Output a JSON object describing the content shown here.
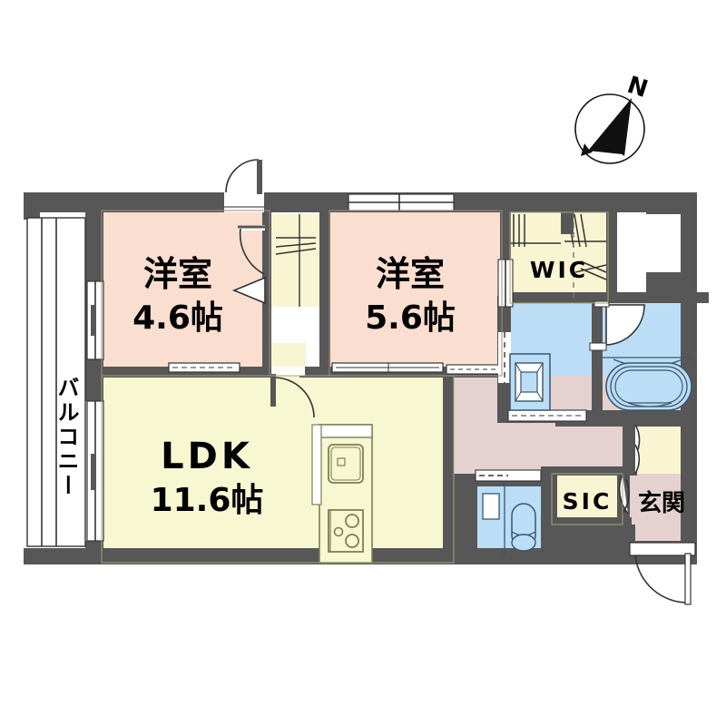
{
  "plan": {
    "type": "japanese-floor-plan",
    "compass": {
      "label": "N",
      "direction": "north-northeast"
    },
    "colors": {
      "wall": "#575757",
      "bedroom": "#fadfd0",
      "ldk": "#f7f7d2",
      "closet": "#f9f5d3",
      "water": "#bcddf6",
      "hall": "#e5d2d0",
      "outline": "#1a1a1a",
      "background": "#ffffff"
    },
    "rooms": [
      {
        "id": "balcony",
        "name": "バルコニー",
        "area": "",
        "orientation": "vertical",
        "fill": "#ffffff"
      },
      {
        "id": "washitsu1",
        "name": "洋室",
        "area": "4.6帖",
        "orientation": "horizontal",
        "fill": "#fadfd0"
      },
      {
        "id": "washitsu2",
        "name": "洋室",
        "area": "5.6帖",
        "orientation": "horizontal",
        "fill": "#fadfd0"
      },
      {
        "id": "ldk",
        "name": "LDK",
        "area": "11.6帖",
        "orientation": "horizontal",
        "fill": "#f7f7d2"
      },
      {
        "id": "wic",
        "name": "WIC",
        "area": "",
        "orientation": "horizontal",
        "fill": "#f9f5d3"
      },
      {
        "id": "sic",
        "name": "SIC",
        "area": "",
        "orientation": "horizontal",
        "fill": "#f9f5d3"
      },
      {
        "id": "genkan",
        "name": "玄関",
        "area": "",
        "orientation": "horizontal",
        "fill": "#e5d2d0"
      }
    ],
    "fixtures": [
      {
        "id": "kitchen-sink",
        "name": "sink"
      },
      {
        "id": "kitchen-stove",
        "name": "3-burner-stove"
      },
      {
        "id": "bathtub",
        "name": "bathtub"
      },
      {
        "id": "vanity",
        "name": "washbasin-vanity"
      },
      {
        "id": "toilet",
        "name": "toilet"
      }
    ],
    "labels": {
      "balcony": "バルコニー",
      "bedroom_a_name": "洋室",
      "bedroom_a_area": "4.6帖",
      "bedroom_b_name": "洋室",
      "bedroom_b_area": "5.6帖",
      "ldk_name": "LDK",
      "ldk_area": "11.6帖",
      "wic": "WIC",
      "sic": "SIC",
      "genkan": "玄関",
      "north": "N"
    }
  }
}
